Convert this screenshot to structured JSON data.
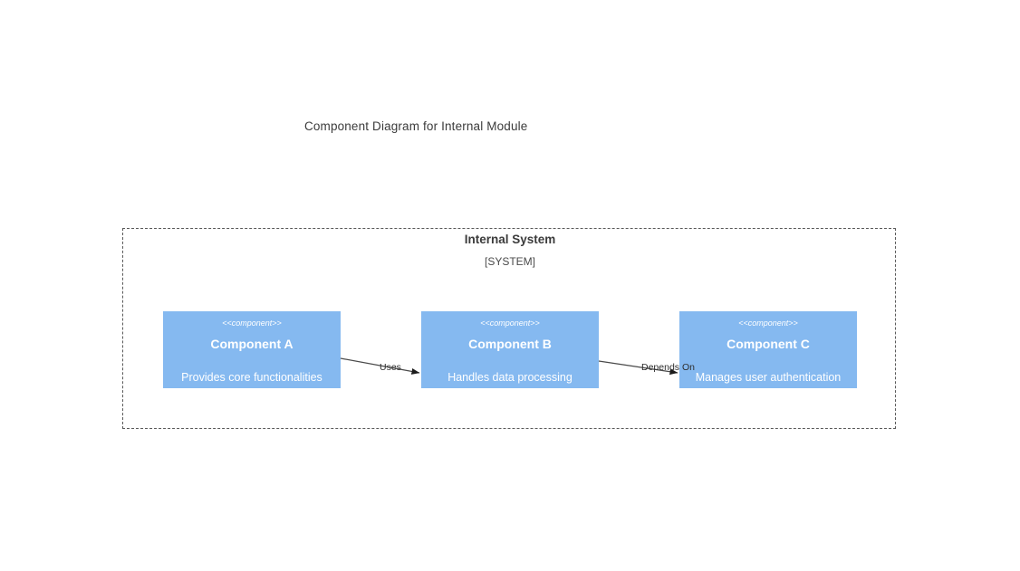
{
  "diagram": {
    "title": "Component Diagram for Internal Module",
    "background_color": "#ffffff",
    "boundary": {
      "title": "Internal System",
      "subtitle": "[SYSTEM]",
      "border_style": "dashed",
      "border_color": "#5a5a5a"
    },
    "component_fill_color": "#85b9f0",
    "component_text_color": "#ffffff",
    "components": [
      {
        "id": "component-a",
        "stereotype": "<<component>>",
        "name": "Component A",
        "description": "Provides core functionalities"
      },
      {
        "id": "component-b",
        "stereotype": "<<component>>",
        "name": "Component B",
        "description": "Handles data processing"
      },
      {
        "id": "component-c",
        "stereotype": "<<component>>",
        "name": "Component C",
        "description": "Manages user authentication"
      }
    ],
    "connectors": [
      {
        "id": "edge-a-to-b",
        "label": "Uses",
        "from": "Component A",
        "to": "Component B",
        "arrow": "filled-triangle"
      },
      {
        "id": "edge-b-to-c",
        "label": "Depends On",
        "from": "Component B",
        "to": "Component C",
        "arrow": "filled-triangle"
      }
    ]
  }
}
